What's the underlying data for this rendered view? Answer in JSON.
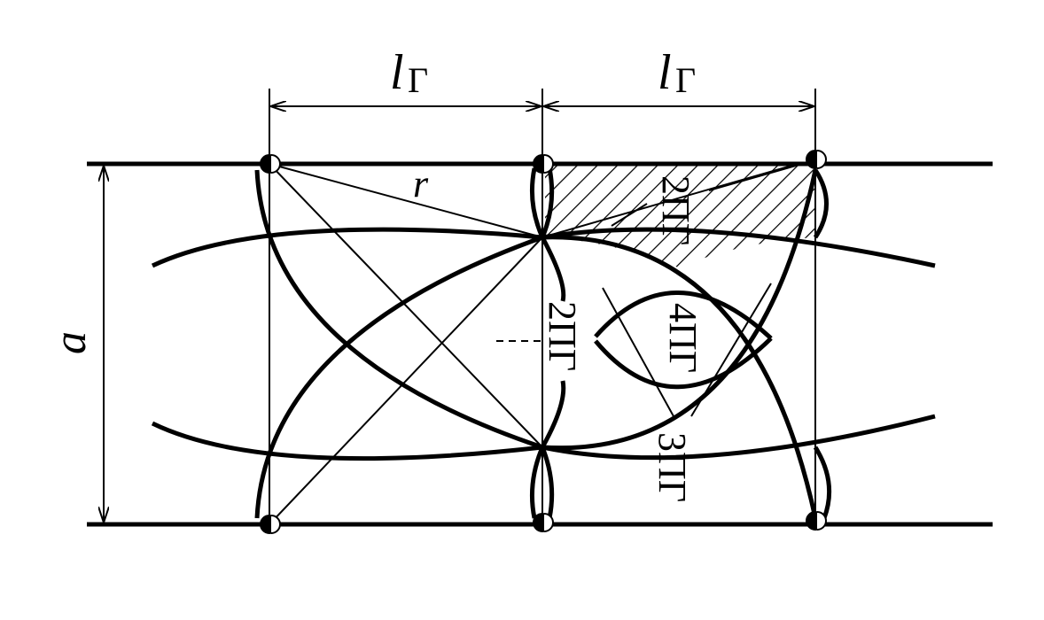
{
  "diagram": {
    "dimension_labels": {
      "horizontal_left": "l",
      "horizontal_left_subscript": "Г",
      "horizontal_right": "l",
      "horizontal_right_subscript": "Г",
      "vertical": "a",
      "radius": "r"
    },
    "zone_labels": {
      "zone_2_top": "2ПГ",
      "zone_2_middle": "2ПГ",
      "zone_4": "4ПГ",
      "zone_3": "3ПГ"
    }
  }
}
